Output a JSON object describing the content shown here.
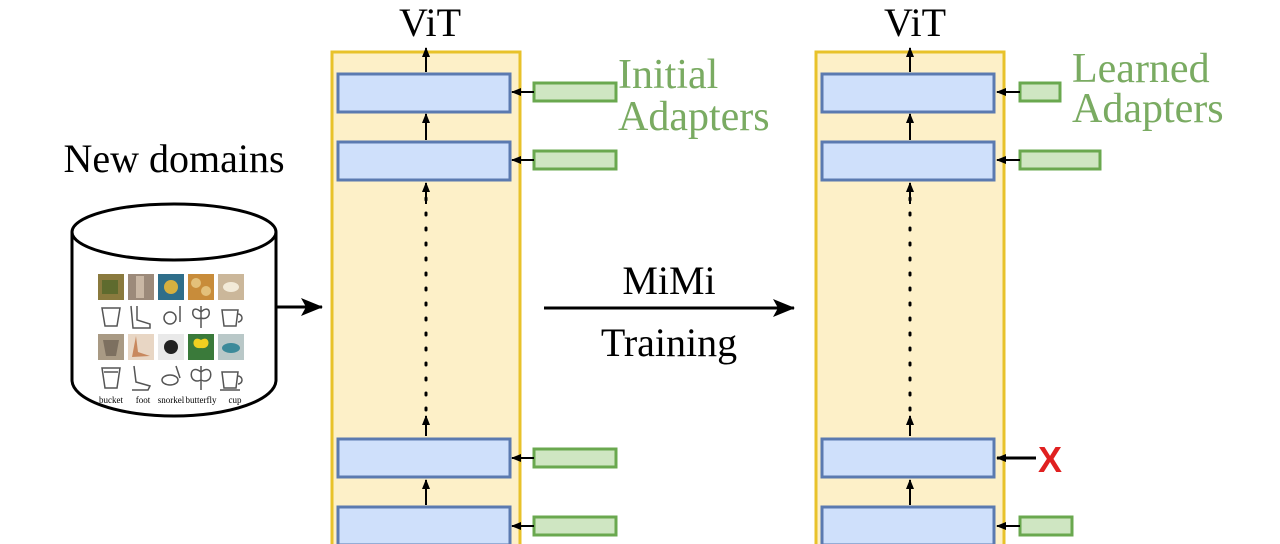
{
  "left_stack": {
    "title": "ViT",
    "adapter_label_line1": "Initial",
    "adapter_label_line2": "Adapters"
  },
  "right_stack": {
    "title": "ViT",
    "adapter_label_line1": "Learned",
    "adapter_label_line2": "Adapters",
    "removed_marker": "X"
  },
  "dataset": {
    "title": "New domains",
    "classes": [
      "bucket",
      "foot",
      "snorkel",
      "butterfly",
      "cup"
    ]
  },
  "training_arrow": {
    "label_line1": "MiMi",
    "label_line2": "Training"
  },
  "colors": {
    "vit_fill": "#fdf0c8",
    "vit_border": "#e8c22a",
    "block_fill": "#cfe0fb",
    "block_border": "#5b7ab0",
    "adapter_fill": "#cfe6c2",
    "adapter_border": "#6aa84f",
    "adapter_text": "#7aab62",
    "removed_marker": "#e02020"
  }
}
